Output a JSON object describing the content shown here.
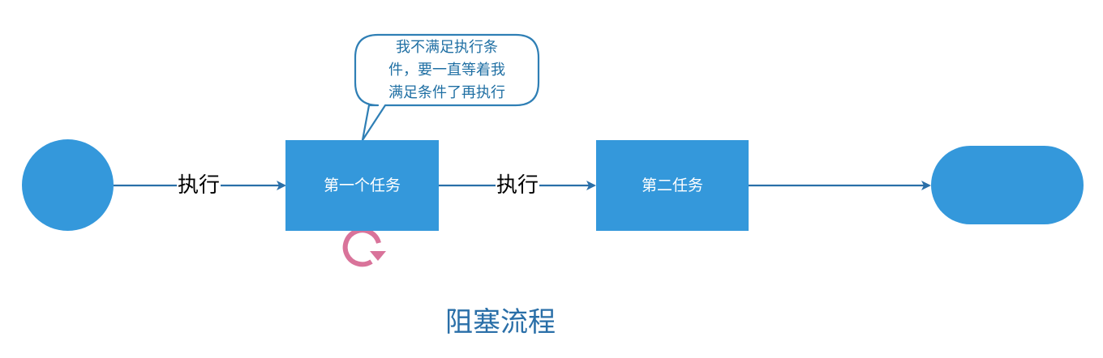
{
  "title": "阻塞流程",
  "nodes": {
    "task1": "第一个任务",
    "task2": "第二任务"
  },
  "edges": {
    "edge1_label": "执行",
    "edge2_label": "执行"
  },
  "callout": {
    "lines": [
      "我不满足执行条",
      "件，要一直等着我",
      "满足条件了再执行"
    ]
  },
  "colors": {
    "node_fill": "#3498db",
    "arrow": "#2a6fa8",
    "callout_border": "#2f7fb5",
    "callout_text": "#1f6fa3",
    "loop_icon": "#d9739a",
    "title": "#2a6fa8"
  },
  "icons": {
    "loop": "circular-arrow-icon"
  }
}
